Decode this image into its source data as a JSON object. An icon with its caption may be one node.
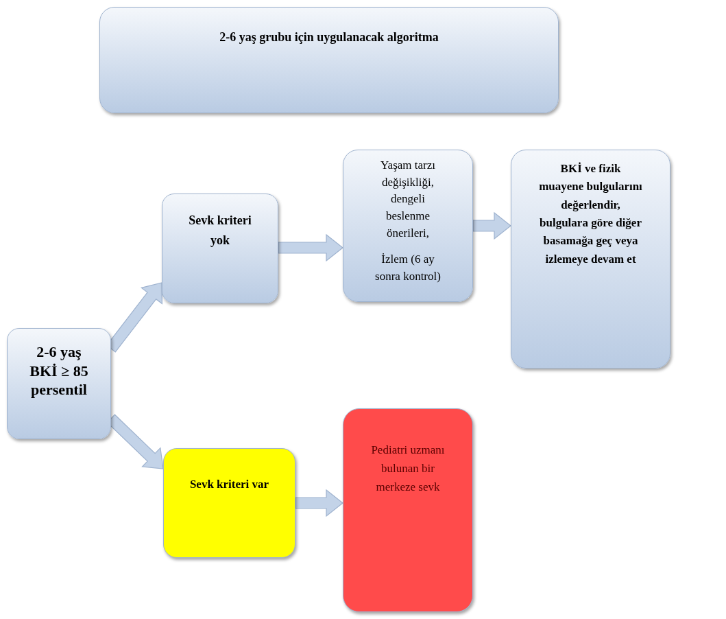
{
  "diagram": {
    "nodes": [
      {
        "text": [
          "2-6 yaş grubu için uygulanacak algoritma"
        ]
      },
      {
        "text": [
          "2-6 yaş BKİ ≥ 85 persentil"
        ]
      },
      {
        "text": [
          "Sevk kriteri yok"
        ]
      },
      {
        "text": [
          "Yaşam tarzı değişikliği, dengeli beslenme önerileri,",
          "İzlem (6 ay sonra kontrol)"
        ]
      },
      {
        "text": [
          "BKİ ve fizik muayene bulgularını değerlendir, bulgulara göre diğer basamağa geç veya izlemeye devam et"
        ]
      },
      {
        "text": [
          "Sevk kriteri var"
        ]
      },
      {
        "text": [
          "Pediatri uzmanı bulunan bir merkeze sevk"
        ]
      }
    ],
    "edges": [
      {
        "from": 1,
        "to": 2,
        "arrow": "to"
      },
      {
        "from": 1,
        "to": 5,
        "arrow": "to"
      },
      {
        "from": 2,
        "to": 3,
        "arrow": "to"
      },
      {
        "from": 3,
        "to": 4,
        "arrow": "to"
      },
      {
        "from": 5,
        "to": 6,
        "arrow": "to"
      }
    ]
  }
}
